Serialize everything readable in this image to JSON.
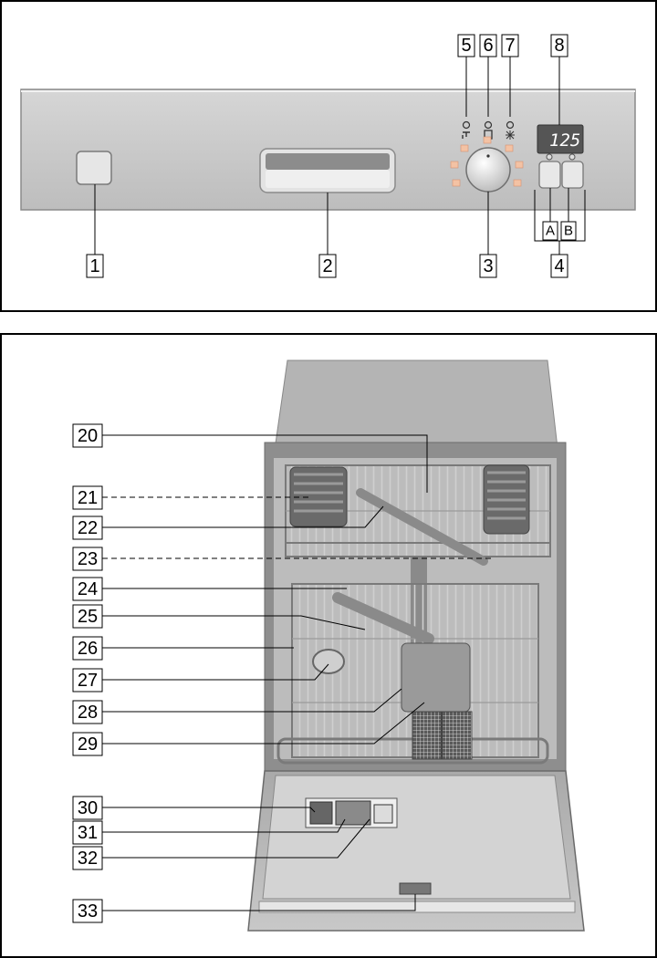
{
  "control_panel": {
    "display_value": "125",
    "callouts": {
      "c1": "1",
      "c2": "2",
      "c3": "3",
      "c4": "4",
      "c5": "5",
      "c6": "6",
      "c7": "7",
      "c8": "8",
      "cA": "A",
      "cB": "B"
    }
  },
  "interior": {
    "callouts": [
      "20",
      "21",
      "22",
      "23",
      "24",
      "25",
      "26",
      "27",
      "28",
      "29",
      "30",
      "31",
      "32",
      "33"
    ]
  }
}
